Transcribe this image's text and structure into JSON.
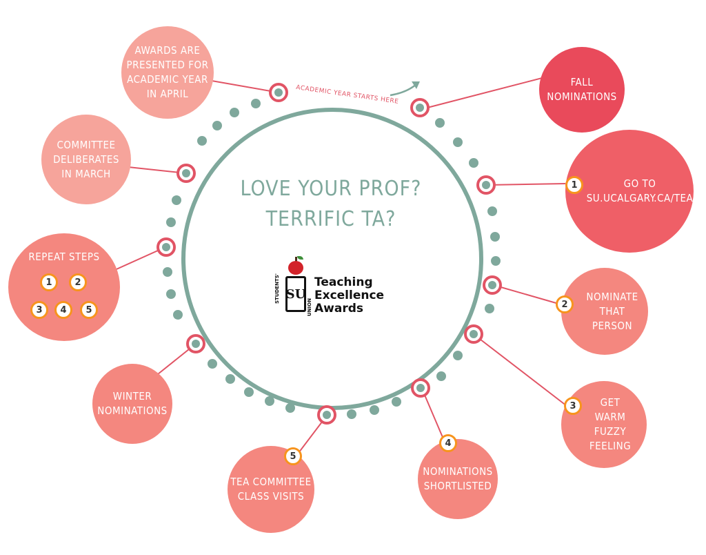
{
  "center": {
    "title_line1": "LOVE YOUR PROF?",
    "title_line2": "TERRIFIC TA?",
    "logo_students": "STUDENTS'",
    "logo_su": "SU",
    "logo_union": "UNION",
    "logo_line1": "Teaching",
    "logo_line2": "Excellence",
    "logo_line3": "Awards"
  },
  "arc_label": "ACADEMIC YEAR STARTS HERE",
  "bubbles": {
    "fall": "FALL\nNOMINATIONS",
    "goto": "GO TO\nSU.UCALGARY.CA/TEA",
    "nominate": "NOMINATE\nTHAT\nPERSON",
    "warm": "GET\nWARM\nFUZZY\nFEELING",
    "shortlisted": "NOMINATIONS\nSHORTLISTED",
    "visits": "TEA COMMITTEE\nCLASS VISITS",
    "winter": "WINTER\nNOMINATIONS",
    "repeat": "REPEAT STEPS",
    "committee": "COMMITTEE\nDELIBERATES\nIN MARCH",
    "awards": "AWARDS ARE\nPRESENTED FOR\nACADEMIC YEAR\nIN APRIL"
  },
  "steps": [
    "1",
    "2",
    "3",
    "4",
    "5"
  ],
  "colors": {
    "ring": "#7fa89c",
    "accent_red": "#e94a5b",
    "coral": "#f06a70",
    "salmon": "#f4877f",
    "light_salmon": "#f6a49b",
    "step_orange": "#f7941d"
  }
}
